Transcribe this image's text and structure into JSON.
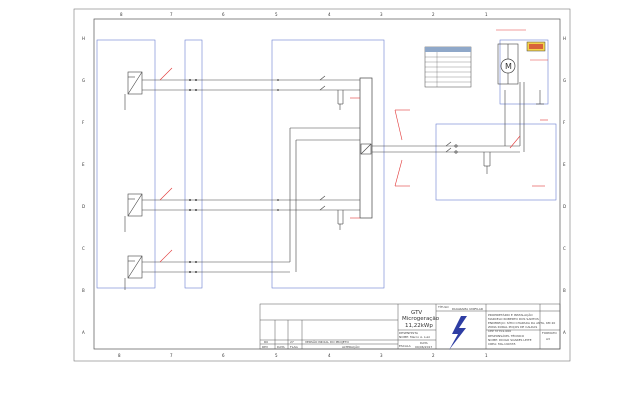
{
  "columns_top": [
    "8",
    "7",
    "6",
    "5",
    "4",
    "3",
    "2",
    "1"
  ],
  "columns_bottom": [
    "8",
    "7",
    "6",
    "5",
    "4",
    "3",
    "2",
    "1"
  ],
  "rows_left": [
    "H",
    "G",
    "F",
    "E",
    "D",
    "C",
    "B",
    "A"
  ],
  "rows_right": [
    "H",
    "G",
    "F",
    "E",
    "D",
    "C",
    "B",
    "A"
  ],
  "motor_letter": "M",
  "title_block": {
    "project_type": "GTV",
    "project_name": "Microgeração",
    "project_power": "11,22kWp",
    "desenho_label": "TÍTULO",
    "desenho_value": "DIAGRAMA UNIFILAR",
    "owner_header": "PROPRIETÁRIO E INSTALAÇÃO",
    "owner_lines": [
      "MARCELO ROBERTO DOS SANTOS",
      "ENDEREÇO: SÍTIO CHAPADA DA ANTA, KM 20",
      "ZONA RURAL POÇOS DE CALDAS",
      "CEP 37701-000"
    ],
    "designer_label": "DESENHISTA",
    "designer_value": "NOME: Marco A. Luiz",
    "date_label": "DATA",
    "date_value": "09/06/2017",
    "scale_label": "ESCALA",
    "responsible_label": "RESPONSÁVEL TÉCNICO",
    "responsible_lines": [
      "NOME: DIOGO SOARES LEITE",
      "CREA: MG-190335"
    ],
    "format_label": "FORMATO",
    "format_value": "A3",
    "revision_row": {
      "rev": "R0",
      "date": "27",
      "version": "VERSÃO INICIAL DO PROJETO"
    },
    "revision_headers": {
      "rev": "REV",
      "date": "DATA",
      "flag": "FLAG",
      "change": "ALTERAÇÃO"
    }
  },
  "colors": {
    "line": "#444444",
    "frame": "#555555",
    "blue_box": "#6b7fd1",
    "red_note": "#e23a3a",
    "logo_blue": "#2e3da3",
    "legend_header": "#8fa8c9"
  }
}
